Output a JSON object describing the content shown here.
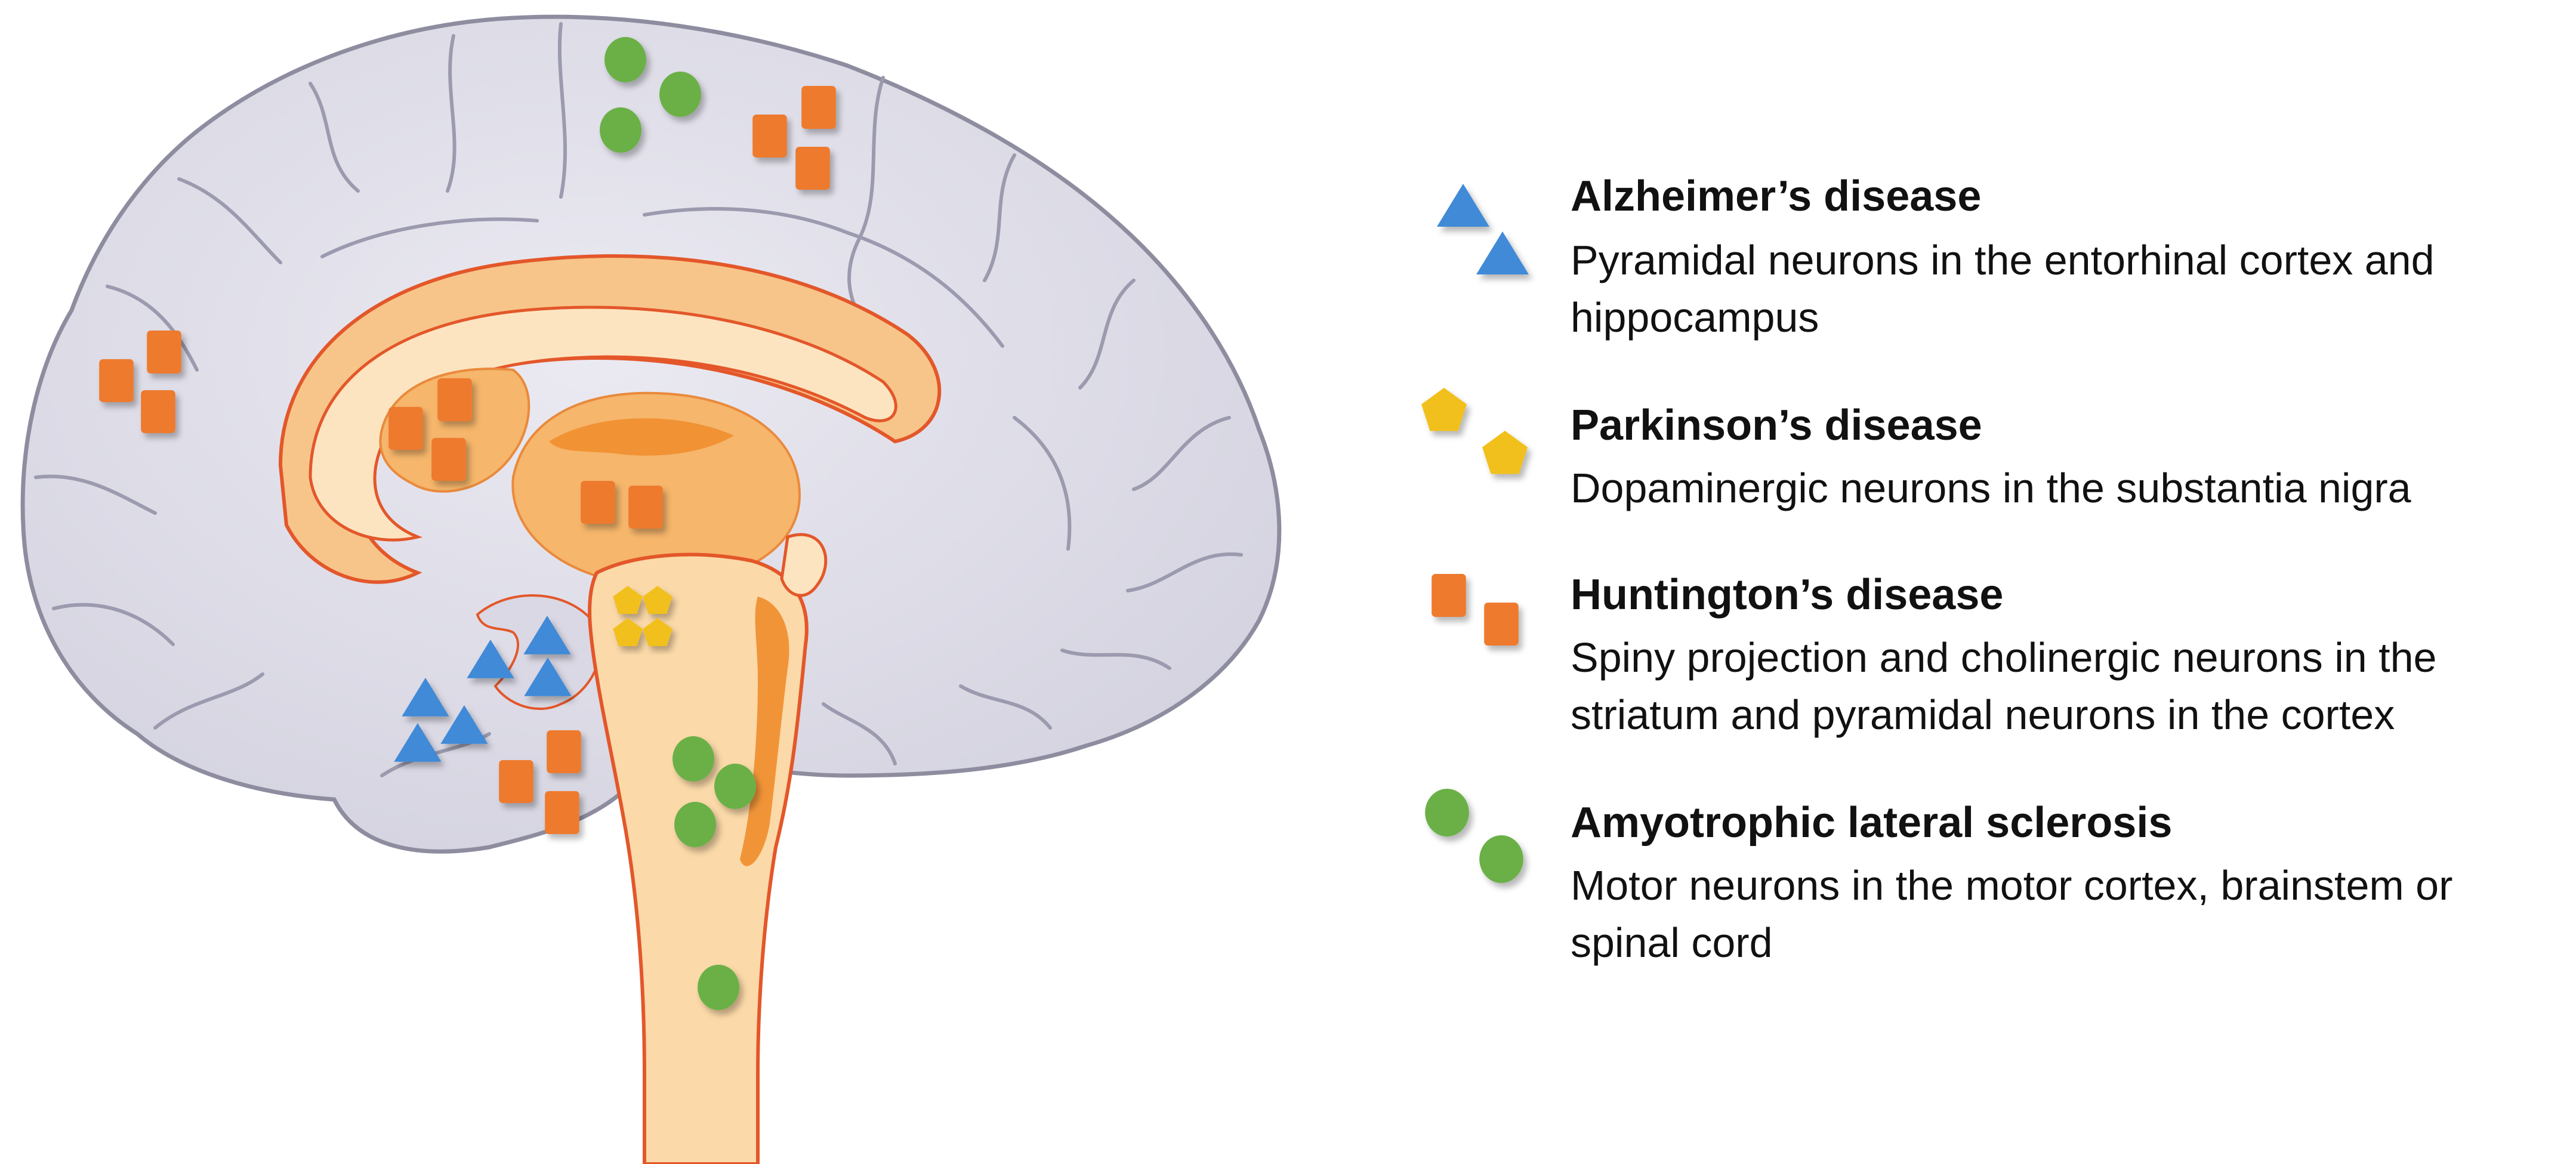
{
  "colors": {
    "cortex_fill": "#dcdbe6",
    "cortex_stroke": "#8e8da0",
    "inner_fill": "#fbd9a8",
    "inner_mid": "#f6b66b",
    "inner_dark": "#f08c2b",
    "inner_stroke": "#e3572a",
    "alzheimers": "#3f8ad8",
    "parkinsons": "#f2c01b",
    "huntingtons": "#ee7a2f",
    "als": "#6bb047"
  },
  "markers": {
    "alzheimers": "triangle",
    "parkinsons": "pentagon",
    "huntingtons": "rounded-square",
    "als": "ellipse"
  },
  "legend": [
    {
      "key": "alzheimers",
      "title": "Alzheimer’s disease",
      "desc_lines": [
        "Pyramidal neurons in the entorhinal cortex and",
        "hippocampus"
      ]
    },
    {
      "key": "parkinsons",
      "title": "Parkinson’s disease",
      "desc_lines": [
        "Dopaminergic neurons in the substantia nigra"
      ]
    },
    {
      "key": "huntingtons",
      "title": "Huntington’s disease",
      "desc_lines": [
        "Spiny projection and cholinergic neurons in the",
        "striatum and pyramidal neurons in the cortex"
      ]
    },
    {
      "key": "als",
      "title": "Amyotrophic lateral sclerosis",
      "desc_lines": [
        "Motor neurons in the motor cortex, brainstem or",
        "spinal cord"
      ]
    }
  ]
}
